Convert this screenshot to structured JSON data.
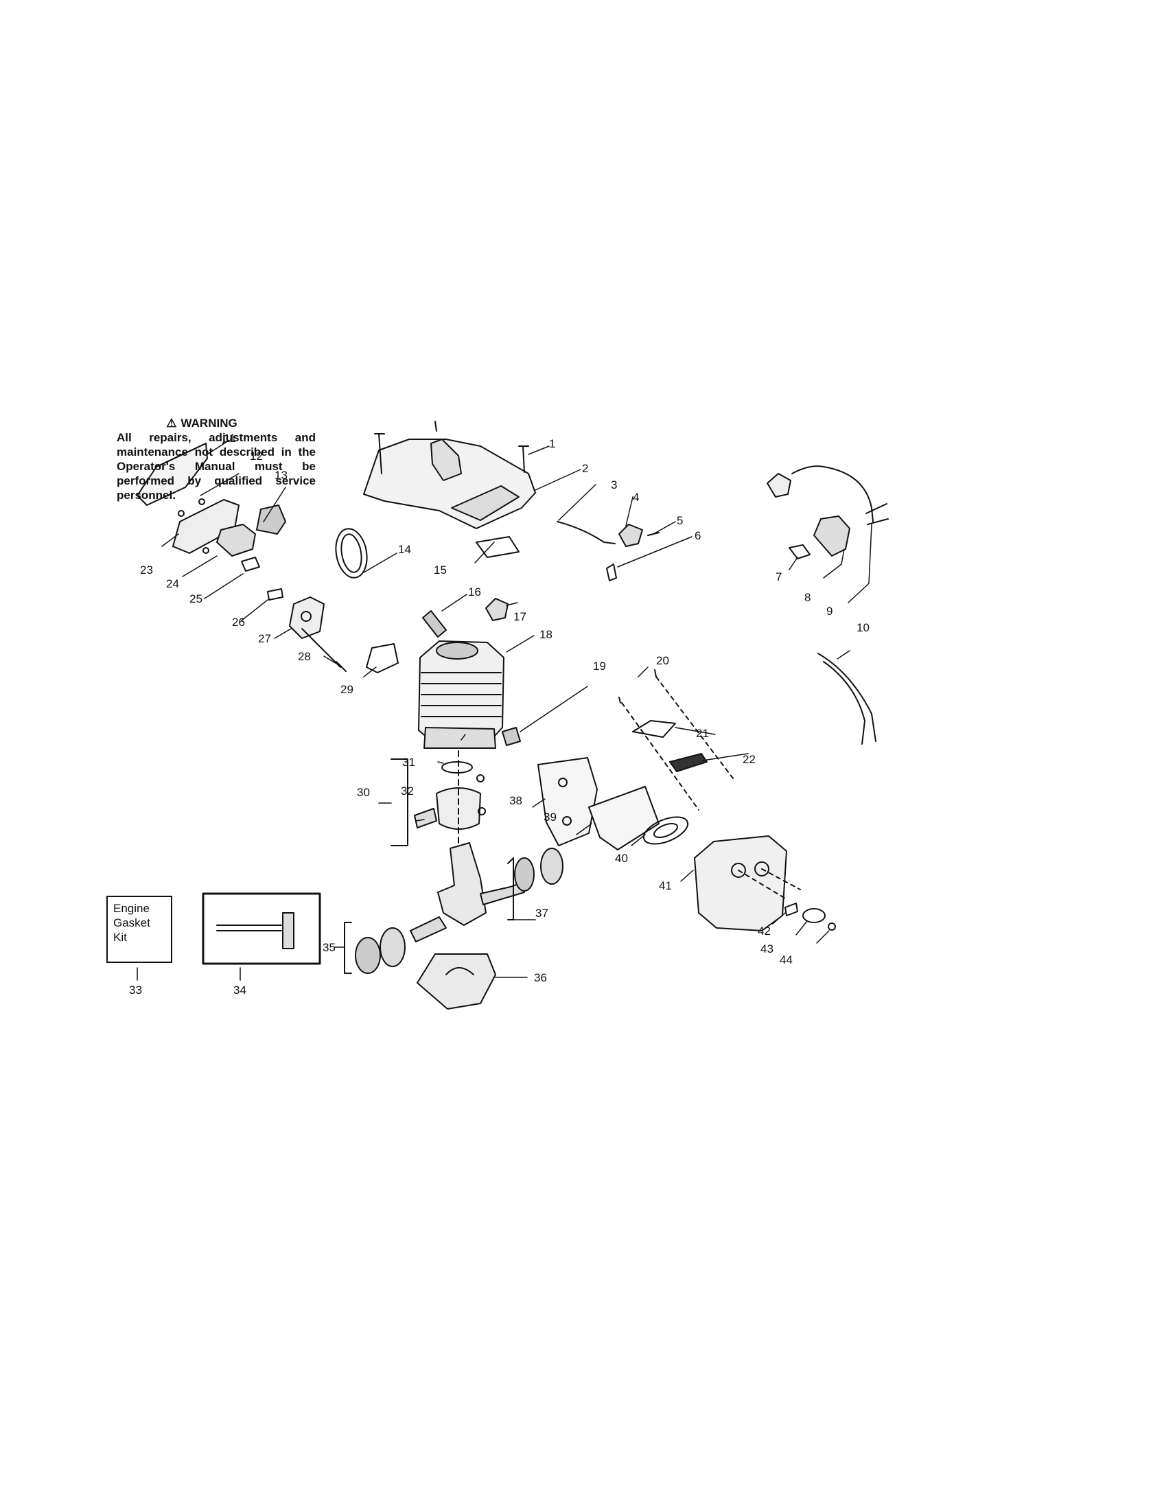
{
  "warning": {
    "title": "WARNING",
    "body": "All repairs, adjustments and maintenance not described in the Operator's Manual must be performed by qualified service personnel."
  },
  "gasket_kit": {
    "line1": "Engine",
    "line2": "Gasket",
    "line3": "Kit"
  },
  "callouts": [
    "1",
    "2",
    "3",
    "4",
    "5",
    "6",
    "7",
    "8",
    "9",
    "10",
    "11",
    "12",
    "13",
    "14",
    "15",
    "16",
    "17",
    "18",
    "19",
    "20",
    "21",
    "22",
    "23",
    "24",
    "25",
    "26",
    "27",
    "28",
    "29",
    "30",
    "31",
    "32",
    "33",
    "34",
    "35",
    "36",
    "37",
    "38",
    "39",
    "40",
    "41",
    "42",
    "43",
    "44"
  ]
}
